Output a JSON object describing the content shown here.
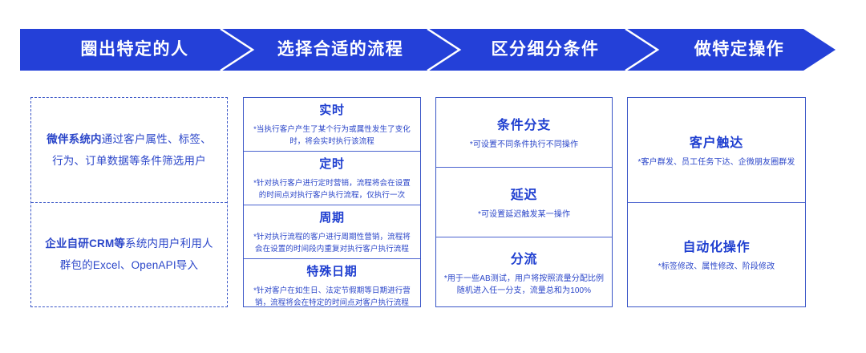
{
  "theme": {
    "banner_blue": "#2440d8",
    "text_blue": "#2b46c9",
    "title_blue": "#1f3fd0",
    "border_blue": "#3a56c7",
    "background": "#ffffff"
  },
  "banner": {
    "steps": [
      {
        "label": "圈出特定的人"
      },
      {
        "label": "选择合适的流程"
      },
      {
        "label": "区分细分条件"
      },
      {
        "label": "做特定操作"
      }
    ]
  },
  "columns": [
    {
      "name": "audience-sources",
      "style": "dashed",
      "cells": [
        {
          "bold_prefix": "微伴系统内",
          "rest": "通过客户属性、标签、行为、订单数据等条件筛选用户",
          "full_text": "微伴系统内通过客户属性、标签、行为、订单数据等条件筛选用户"
        },
        {
          "bold_prefix": "企业自研CRM等",
          "rest": "系统内用户利用人群包的Excel、OpenAPI导入",
          "full_text": "企业自研CRM等系统内用户利用人群包的Excel、OpenAPI导入"
        }
      ]
    },
    {
      "name": "flow-types",
      "style": "solid",
      "cells": [
        {
          "title": "实时",
          "desc": "*当执行客户产生了某个行为或属性发生了变化时，将会实时执行该流程"
        },
        {
          "title": "定时",
          "desc": "*针对执行客户进行定时营销，流程将会在设置的时间点对执行客户执行流程，仅执行一次"
        },
        {
          "title": "周期",
          "desc": "*针对执行流程的客户进行周期性营销，流程将会在设置的时间段内重复对执行客户执行流程"
        },
        {
          "title": "特殊日期",
          "desc": "*针对客户在如生日、法定节假期等日期进行营销，流程将会在特定的时间点对客户执行流程"
        }
      ]
    },
    {
      "name": "branch-conditions",
      "style": "solid",
      "cells": [
        {
          "title": "条件分支",
          "desc": "*可设置不同条件执行不同操作"
        },
        {
          "title": "延迟",
          "desc": "*可设置延迟触发某一操作"
        },
        {
          "title": "分流",
          "desc": "*用于一些AB测试，用户将按照流量分配比例随机进入任一分支，流量总和为100%"
        }
      ]
    },
    {
      "name": "actions",
      "style": "solid",
      "cells": [
        {
          "title": "客户触达",
          "desc": "*客户群发、员工任务下达、企微朋友圈群发"
        },
        {
          "title": "自动化操作",
          "desc": "*标签修改、属性修改、阶段修改"
        }
      ]
    }
  ]
}
